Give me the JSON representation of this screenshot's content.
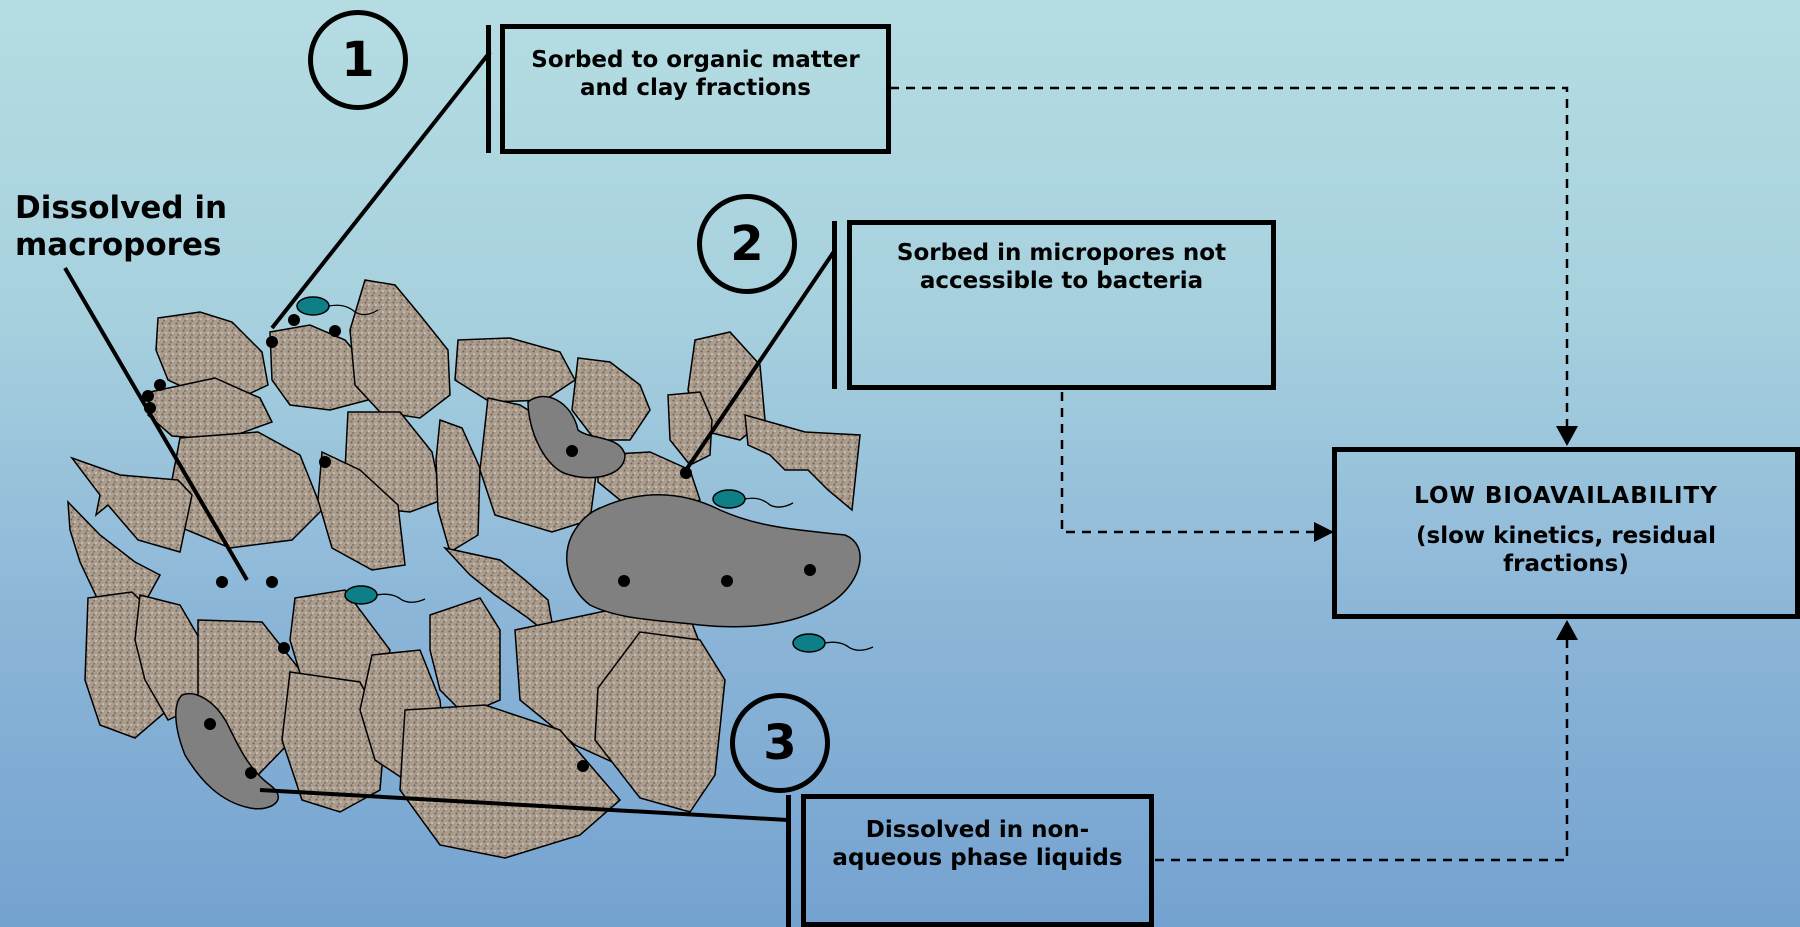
{
  "labels": {
    "dissolved_macropores": "Dissolved in\nmacropores"
  },
  "boxes": {
    "organic": {
      "number": "1",
      "text": "Sorbed to organic matter and clay fractions"
    },
    "micropores": {
      "number": "2",
      "text": "Sorbed in micropores not accessible to bacteria"
    },
    "napl": {
      "number": "3",
      "text": "Dissolved in non-aqueous phase liquids"
    },
    "result": {
      "title": "LOW BIOAVAILABILITY",
      "subtitle": "(slow kinetics, residual fractions)"
    }
  },
  "colors": {
    "particle_fill": "#a89a8a",
    "particle_texture": "#6e6258",
    "napl_fill": "#808080",
    "bacteria_fill": "#0e7f86",
    "background_top": "#b5dde2",
    "background_bottom": "#74a2d0"
  },
  "icons": {
    "particle": "soil-particle-icon",
    "napl": "napl-droplet-icon",
    "bacterium": "bacterium-icon",
    "contaminant": "contaminant-dot-icon"
  }
}
